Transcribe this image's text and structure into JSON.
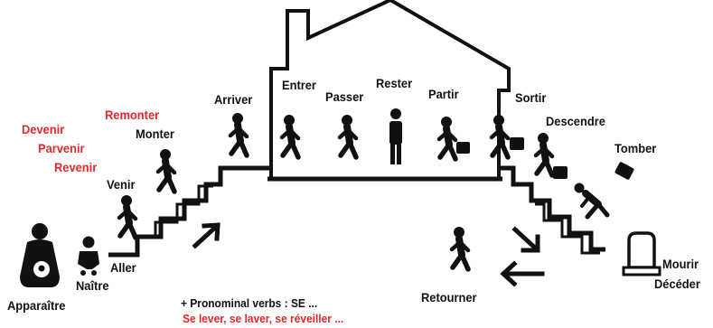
{
  "colors": {
    "ink": "#111111",
    "accent": "#e0282d",
    "background": "#ffffff"
  },
  "icons": {
    "house": "house-outline-icon",
    "stairs": "staircase-icon",
    "arrows": "direction-arrow-icon",
    "figures": "person-pictogram-icon",
    "luggage": "suitcase-icon",
    "gravestone": "tombstone-icon"
  },
  "verbs": {
    "apparaitre": "Apparaître",
    "naitre": "Naître",
    "aller": "Aller",
    "venir": "Venir",
    "devenir": "Devenir",
    "parvenir": "Parvenir",
    "revenir": "Revenir",
    "remonter": "Remonter",
    "monter": "Monter",
    "arriver": "Arriver",
    "entrer": "Entrer",
    "passer": "Passer",
    "rester": "Rester",
    "partir": "Partir",
    "sortir": "Sortir",
    "descendre": "Descendre",
    "tomber": "Tomber",
    "retourner": "Retourner",
    "mourir": "Mourir",
    "deceder": "Décéder"
  },
  "note": {
    "line1": "+ Pronominal verbs : SE ...",
    "line2": "Se lever, se laver, se réveiller ..."
  }
}
